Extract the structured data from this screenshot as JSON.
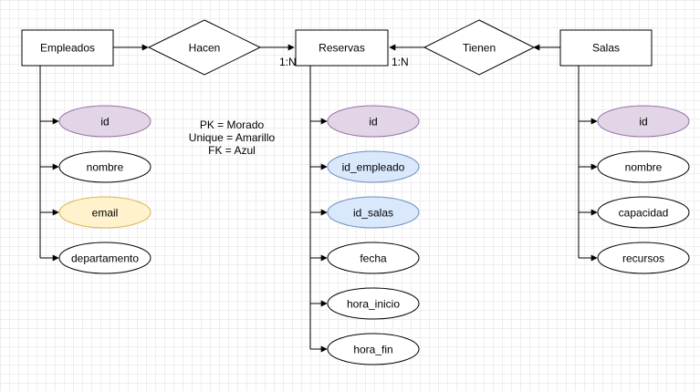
{
  "entities": {
    "empleados": "Empleados",
    "reservas": "Reservas",
    "salas": "Salas"
  },
  "relationships": {
    "hacen": "Hacen",
    "tienen": "Tienen"
  },
  "cardinality": {
    "hacen_reservas": "1:N",
    "tienen_reservas": "1:N"
  },
  "attributes": {
    "empleados": [
      {
        "label": "id",
        "kind": "pk"
      },
      {
        "label": "nombre",
        "kind": "plain"
      },
      {
        "label": "email",
        "kind": "unique"
      },
      {
        "label": "departamento",
        "kind": "plain"
      }
    ],
    "reservas": [
      {
        "label": "id",
        "kind": "pk"
      },
      {
        "label": "id_empleado",
        "kind": "fk"
      },
      {
        "label": "id_salas",
        "kind": "fk"
      },
      {
        "label": "fecha",
        "kind": "plain"
      },
      {
        "label": "hora_inicio",
        "kind": "plain"
      },
      {
        "label": "hora_fin",
        "kind": "plain"
      }
    ],
    "salas": [
      {
        "label": "id",
        "kind": "pk"
      },
      {
        "label": "nombre",
        "kind": "plain"
      },
      {
        "label": "capacidad",
        "kind": "plain"
      },
      {
        "label": "recursos",
        "kind": "plain"
      }
    ]
  },
  "legend": {
    "pk": "PK = Morado",
    "unique": "Unique = Amarillo",
    "fk": "FK = Azul"
  },
  "colors": {
    "pk_fill": "#e1d5e7",
    "pk_stroke": "#9673a6",
    "unique_fill": "#fff2cc",
    "unique_stroke": "#d6b656",
    "fk_fill": "#dae8fc",
    "fk_stroke": "#6c8ebf",
    "plain_fill": "#ffffff",
    "plain_stroke": "#000000"
  }
}
